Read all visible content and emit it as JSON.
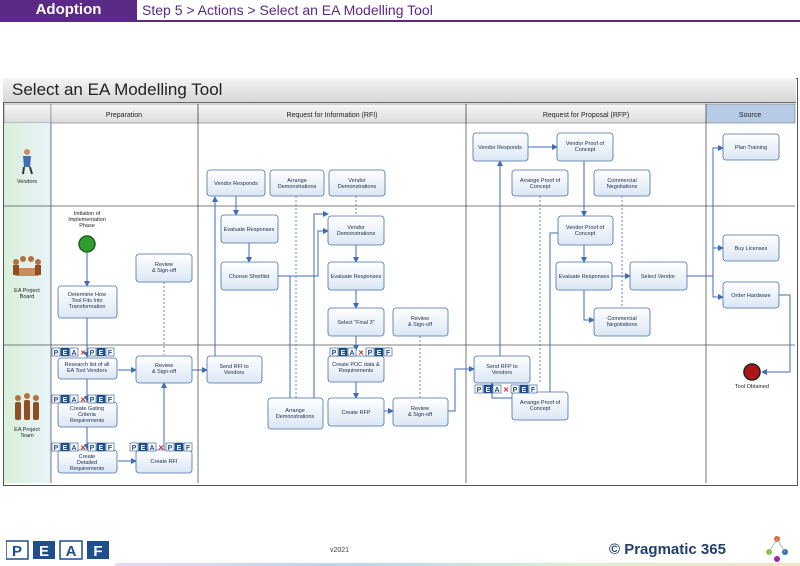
{
  "header": {
    "tag": "Adoption",
    "breadcrumb": "Step 5 > Actions > Select an EA Modelling Tool"
  },
  "diagram": {
    "title": "Select an EA Modelling Tool",
    "columns": [
      "Preparation",
      "Request for Information (RFI)",
      "Request for Proposal (RFP)",
      "Source"
    ],
    "lanes": [
      "Vendors",
      "EA Project Board",
      "EA Project Team"
    ],
    "start_label": "Initiation of Implementation Phase",
    "end_label": "Tool Obtained",
    "peaf_letters": [
      "P",
      "E",
      "A",
      "F"
    ],
    "cross": "✕",
    "activities": {
      "determine": "Determine How Tool Fits Into Transformation",
      "research": "Research list of all EA Tool Vendors",
      "gating": "Create Gating Criteria Requirements",
      "detailed": "Create Detailed Requirements",
      "review1": "Review & Sign-off",
      "review2": "Review & Sign-off",
      "create_rfi": "Create RFI",
      "vendor_responds_rfi": "Vendor Responds",
      "arrange_demo_v": "Arrange Demonstrations",
      "vendor_demo_v": "Vendor Demonstrations",
      "evaluate_resp1": "Evaluate Responses",
      "choose_shortlist": "Choose Shortlist",
      "vendor_demo_b": "Vendor Demonstrations",
      "evaluate_resp2": "Evaluate Responses",
      "select_final3": "Select \"Final 3\"",
      "review3": "Review & Sign-off",
      "send_rfi": "Send RFI to Vendors",
      "arrange_demo_t": "Arrange Demonstrations",
      "create_poc": "Create POC data & Requirements",
      "create_rfp": "Create RFP",
      "review4": "Review & Sign-off",
      "vendor_responds_rfp": "Vendor Responds",
      "vendor_poc_v": "Vendor Proof of Concept",
      "arrange_poc_v": "Arrange Proof of Concept",
      "comm_neg_v": "Commercial Negotiations",
      "vendor_poc_b": "Vendor Proof of Concept",
      "evaluate_resp3": "Evaluate Responses",
      "comm_neg_b": "Commercial Negotiations",
      "select_vendor": "Select Vendor",
      "send_rfp": "Send RFP to Vendors",
      "arrange_poc_t": "Arrange Proof of Concept",
      "plan_training": "Plan Training",
      "buy_licenses": "Buy Licenses",
      "order_hardware": "Order Hardware"
    }
  },
  "footer": {
    "version": "v2021",
    "brand": "© Pragmatic 365"
  }
}
